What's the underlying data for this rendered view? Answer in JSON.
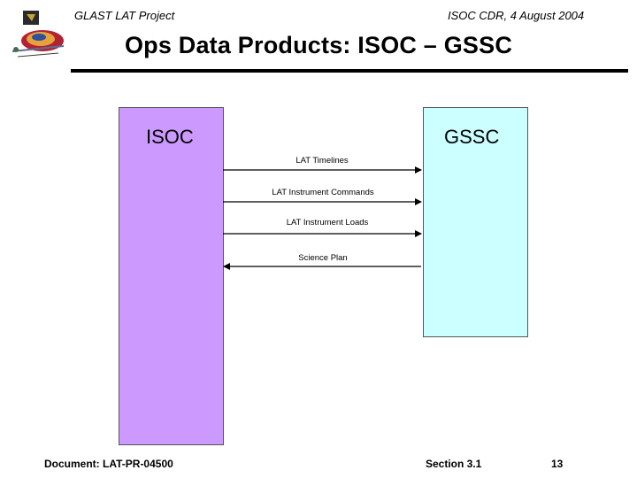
{
  "header": {
    "left": "GLAST LAT Project",
    "right": "ISOC CDR, 4 August 2004"
  },
  "title": "Ops Data Products: ISOC – GSSC",
  "diagram": {
    "left_box": "ISOC",
    "right_box": "GSSC",
    "flows": [
      {
        "label": "LAT Timelines",
        "direction": "to-right"
      },
      {
        "label": "LAT Instrument Commands",
        "direction": "to-right"
      },
      {
        "label": "LAT Instrument Loads",
        "direction": "to-right"
      },
      {
        "label": "Science Plan",
        "direction": "to-left"
      }
    ]
  },
  "footer": {
    "document": "Document:  LAT-PR-04500",
    "section": "Section 3.1",
    "page": "13"
  },
  "colors": {
    "isoc_fill": "#cc99ff",
    "gssc_fill": "#ccffff"
  },
  "icons": [
    "glast-mission-logo"
  ]
}
